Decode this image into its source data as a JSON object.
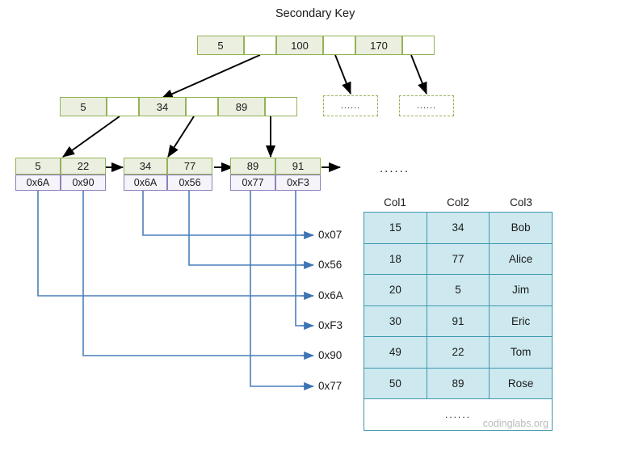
{
  "title": "Secondary Key",
  "watermark": "codinglabs.org",
  "ellipsis": "......",
  "colors": {
    "node_border": "#94b356",
    "node_fill": "#ebefe0",
    "pointer_border": "#9080bd",
    "pointer_fill": "#f6f4fb",
    "table_border": "#3f97ae",
    "table_fill": "#cde9ef",
    "wire": "#4a7ebb",
    "arrow": "#000000"
  },
  "tree": {
    "root": {
      "name": "root-node",
      "cells": [
        "5",
        "",
        "100",
        "",
        "170",
        ""
      ]
    },
    "internal": {
      "name": "internal-node",
      "cells": [
        "5",
        "",
        "34",
        "",
        "89",
        ""
      ]
    },
    "leaves": [
      {
        "name": "leaf-node-1",
        "keys": [
          "5",
          "22"
        ],
        "pointers": [
          "0x6A",
          "0x90"
        ]
      },
      {
        "name": "leaf-node-2",
        "keys": [
          "34",
          "77"
        ],
        "pointers": [
          "0x6A",
          "0x56"
        ]
      },
      {
        "name": "leaf-node-3",
        "keys": [
          "89",
          "91"
        ],
        "pointers": [
          "0x77",
          "0xF3"
        ]
      }
    ],
    "placeholders": [
      "......",
      "......"
    ]
  },
  "addresses": [
    "0x07",
    "0x56",
    "0x6A",
    "0xF3",
    "0x90",
    "0x77"
  ],
  "table": {
    "headers": [
      "Col1",
      "Col2",
      "Col3"
    ],
    "rows": [
      [
        "15",
        "34",
        "Bob"
      ],
      [
        "18",
        "77",
        "Alice"
      ],
      [
        "20",
        "5",
        "Jim"
      ],
      [
        "30",
        "91",
        "Eric"
      ],
      [
        "49",
        "22",
        "Tom"
      ],
      [
        "50",
        "89",
        "Rose"
      ]
    ],
    "footer": "......"
  }
}
